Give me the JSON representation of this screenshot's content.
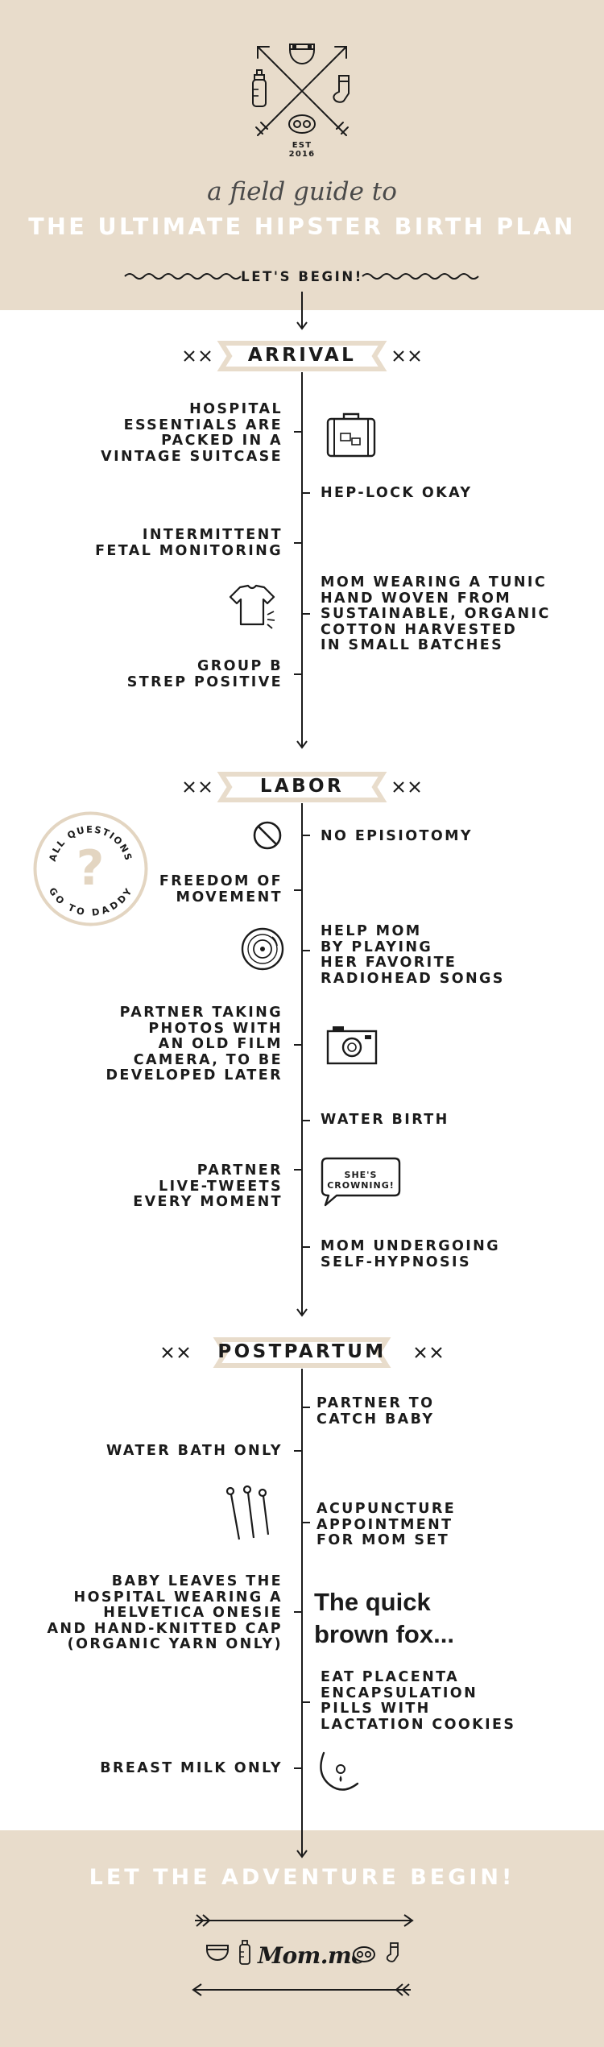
{
  "header": {
    "logo_year": "EST 2016",
    "intro": "a field guide to",
    "title": "THE ULTIMATE HIPSTER BIRTH PLAN",
    "begin_label": "LET'S BEGIN!"
  },
  "sections": {
    "arrival": {
      "title": "ARRIVAL",
      "items": {
        "suitcase": "HOSPITAL\nESSENTIALS ARE\nPACKED IN A\nVINTAGE SUITCASE",
        "heplock": "HEP-LOCK OKAY",
        "fetal": "INTERMITTENT\nFETAL MONITORING",
        "tunic": "MOM WEARING A TUNIC\nHAND WOVEN FROM\nSUSTAINABLE, ORGANIC\nCOTTON HARVESTED\nIN SMALL BATCHES",
        "strep": "GROUP B\nSTREP POSITIVE"
      }
    },
    "labor": {
      "title": "LABOR",
      "items": {
        "episiotomy": "NO EPISIOTOMY",
        "movement": "FREEDOM OF\nMOVEMENT",
        "radiohead": "HELP MOM\nBY PLAYING\nHER FAVORITE\nRADIOHEAD SONGS",
        "photos": "PARTNER TAKING\nPHOTOS WITH\nAN OLD FILM\nCAMERA, TO BE\nDEVELOPED LATER",
        "water_birth": "WATER BIRTH",
        "tweets": "PARTNER\nLIVE-TWEETS\nEVERY MOMENT",
        "hypnosis": "MOM UNDERGOING\nSELF-HYPNOSIS"
      },
      "bubble_text": "SHE'S\nCROWNING!",
      "badge": {
        "top_text": "ALL QUESTIONS",
        "bottom_text": "GO TO DADDY",
        "symbol": "?"
      }
    },
    "postpartum": {
      "title": "POSTPARTUM",
      "items": {
        "catch": "PARTNER TO\nCATCH BABY",
        "bath": "WATER BATH ONLY",
        "acupuncture": "ACUPUNCTURE\nAPPOINTMENT\nFOR MOM SET",
        "onesie": "BABY LEAVES THE\nHOSPITAL WEARING A\nHELVETICA ONESIE\nAND HAND-KNITTED CAP\n(ORGANIC YARN ONLY)",
        "quick_fox": "The quick\nbrown fox...",
        "placenta": "EAT PLACENTA\nENCAPSULATION\nPILLS WITH\nLACTATION COOKIES",
        "breast_milk": "BREAST MILK ONLY"
      }
    }
  },
  "footer": {
    "title": "LET THE ADVENTURE BEGIN!",
    "brand": "Mom.me"
  },
  "colors": {
    "band": "#e8dccb",
    "ink": "#1b1b1b",
    "white": "#ffffff",
    "badge_ring": "#e3d5c1"
  },
  "icons": [
    "diaper-icon",
    "bottle-icon",
    "sock-icon",
    "pacifier-icon",
    "suitcase-icon",
    "tshirt-icon",
    "prohibited-icon",
    "vinyl-record-icon",
    "camera-icon",
    "speech-bubble-icon",
    "acupuncture-needles-icon",
    "breast-icon"
  ]
}
